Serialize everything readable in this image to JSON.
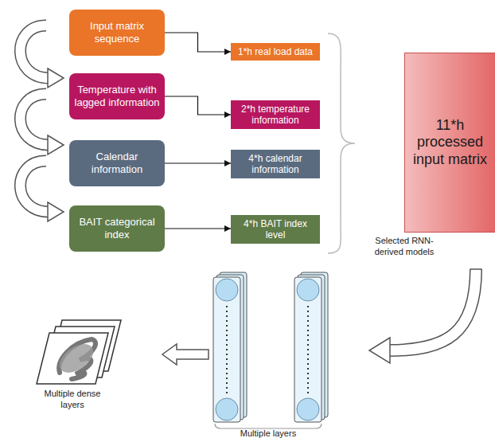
{
  "diagram": {
    "nodes": [
      {
        "text": [
          "Input matrix sequence"
        ]
      },
      {
        "text": [
          "1*h real load data"
        ]
      },
      {
        "text": [
          "Temperature with lagged information"
        ]
      },
      {
        "text": [
          "2*h temperature information"
        ]
      },
      {
        "text": [
          "Calendar information"
        ]
      },
      {
        "text": [
          "4*h calendar information"
        ]
      },
      {
        "text": [
          "BAIT categorical index"
        ]
      },
      {
        "text": [
          "4*h BAIT index level"
        ]
      },
      {
        "text": [
          "11*h processed input matrix"
        ]
      }
    ],
    "edges": [
      {
        "from": 0,
        "to": 1,
        "arrow": "to"
      },
      {
        "from": 2,
        "to": 3,
        "arrow": "to"
      },
      {
        "from": 4,
        "to": 5,
        "arrow": "to"
      },
      {
        "from": 6,
        "to": 7,
        "arrow": "to"
      }
    ],
    "labels": [
      "Selected RNN-derived models",
      "Multiple dense layers",
      "Multiple layers"
    ]
  }
}
